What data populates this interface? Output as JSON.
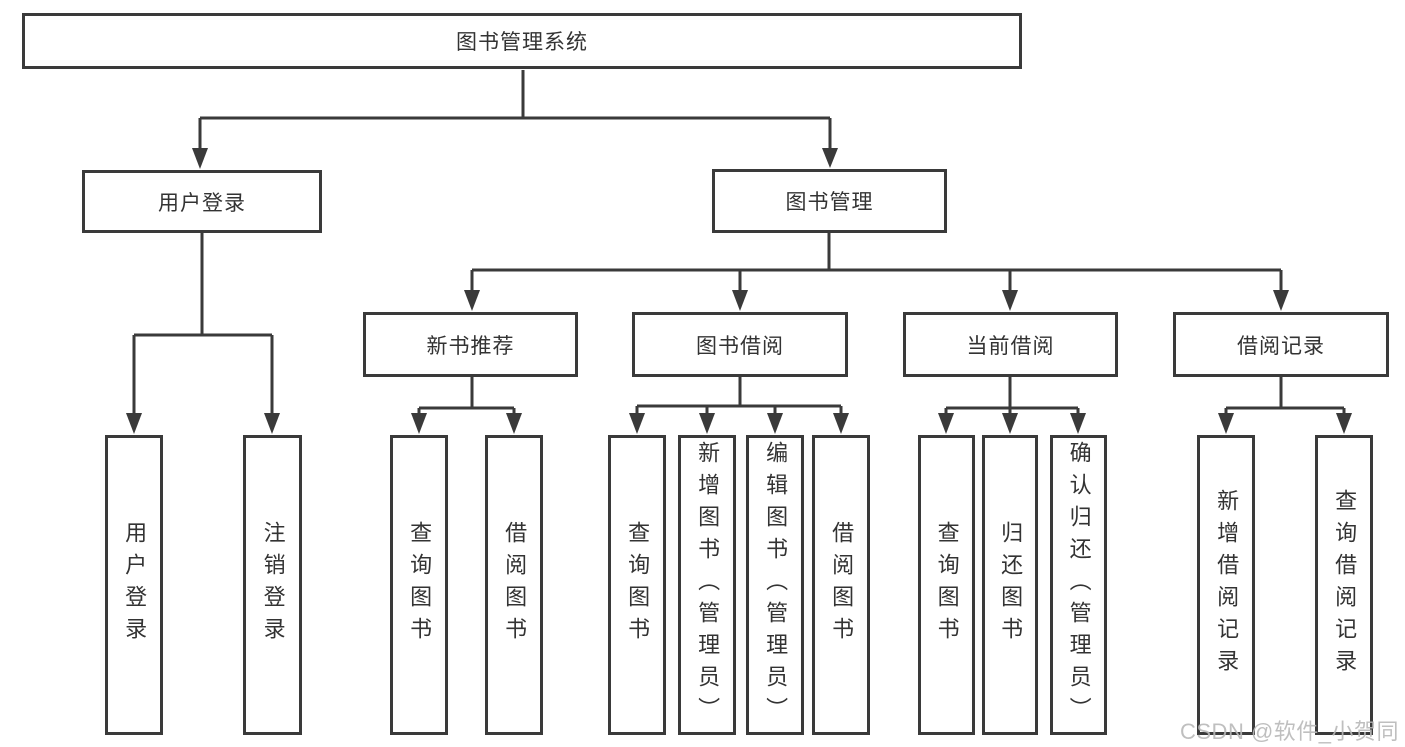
{
  "tree": {
    "label": "图书管理系统",
    "children": [
      {
        "label": "用户登录",
        "children": [
          {
            "label": "用户登录"
          },
          {
            "label": "注销登录"
          }
        ]
      },
      {
        "label": "图书管理",
        "children": [
          {
            "label": "新书推荐",
            "children": [
              {
                "label": "查询图书"
              },
              {
                "label": "借阅图书"
              }
            ]
          },
          {
            "label": "图书借阅",
            "children": [
              {
                "label": "查询图书"
              },
              {
                "label": "新增图书（管理员）"
              },
              {
                "label": "编辑图书（管理员）"
              },
              {
                "label": "借阅图书"
              }
            ]
          },
          {
            "label": "当前借阅",
            "children": [
              {
                "label": "查询图书"
              },
              {
                "label": "归还图书"
              },
              {
                "label": "确认归还（管理员）"
              }
            ]
          },
          {
            "label": "借阅记录",
            "children": [
              {
                "label": "新增借阅记录"
              },
              {
                "label": "查询借阅记录"
              }
            ]
          }
        ]
      }
    ]
  },
  "watermark": {
    "text": "CSDN @软件_小贺同学"
  },
  "colors": {
    "line": "#3a3a3a",
    "border": "#3a3a3a",
    "text": "#333333",
    "watermark": "#b9b9b9",
    "background": "#ffffff"
  }
}
